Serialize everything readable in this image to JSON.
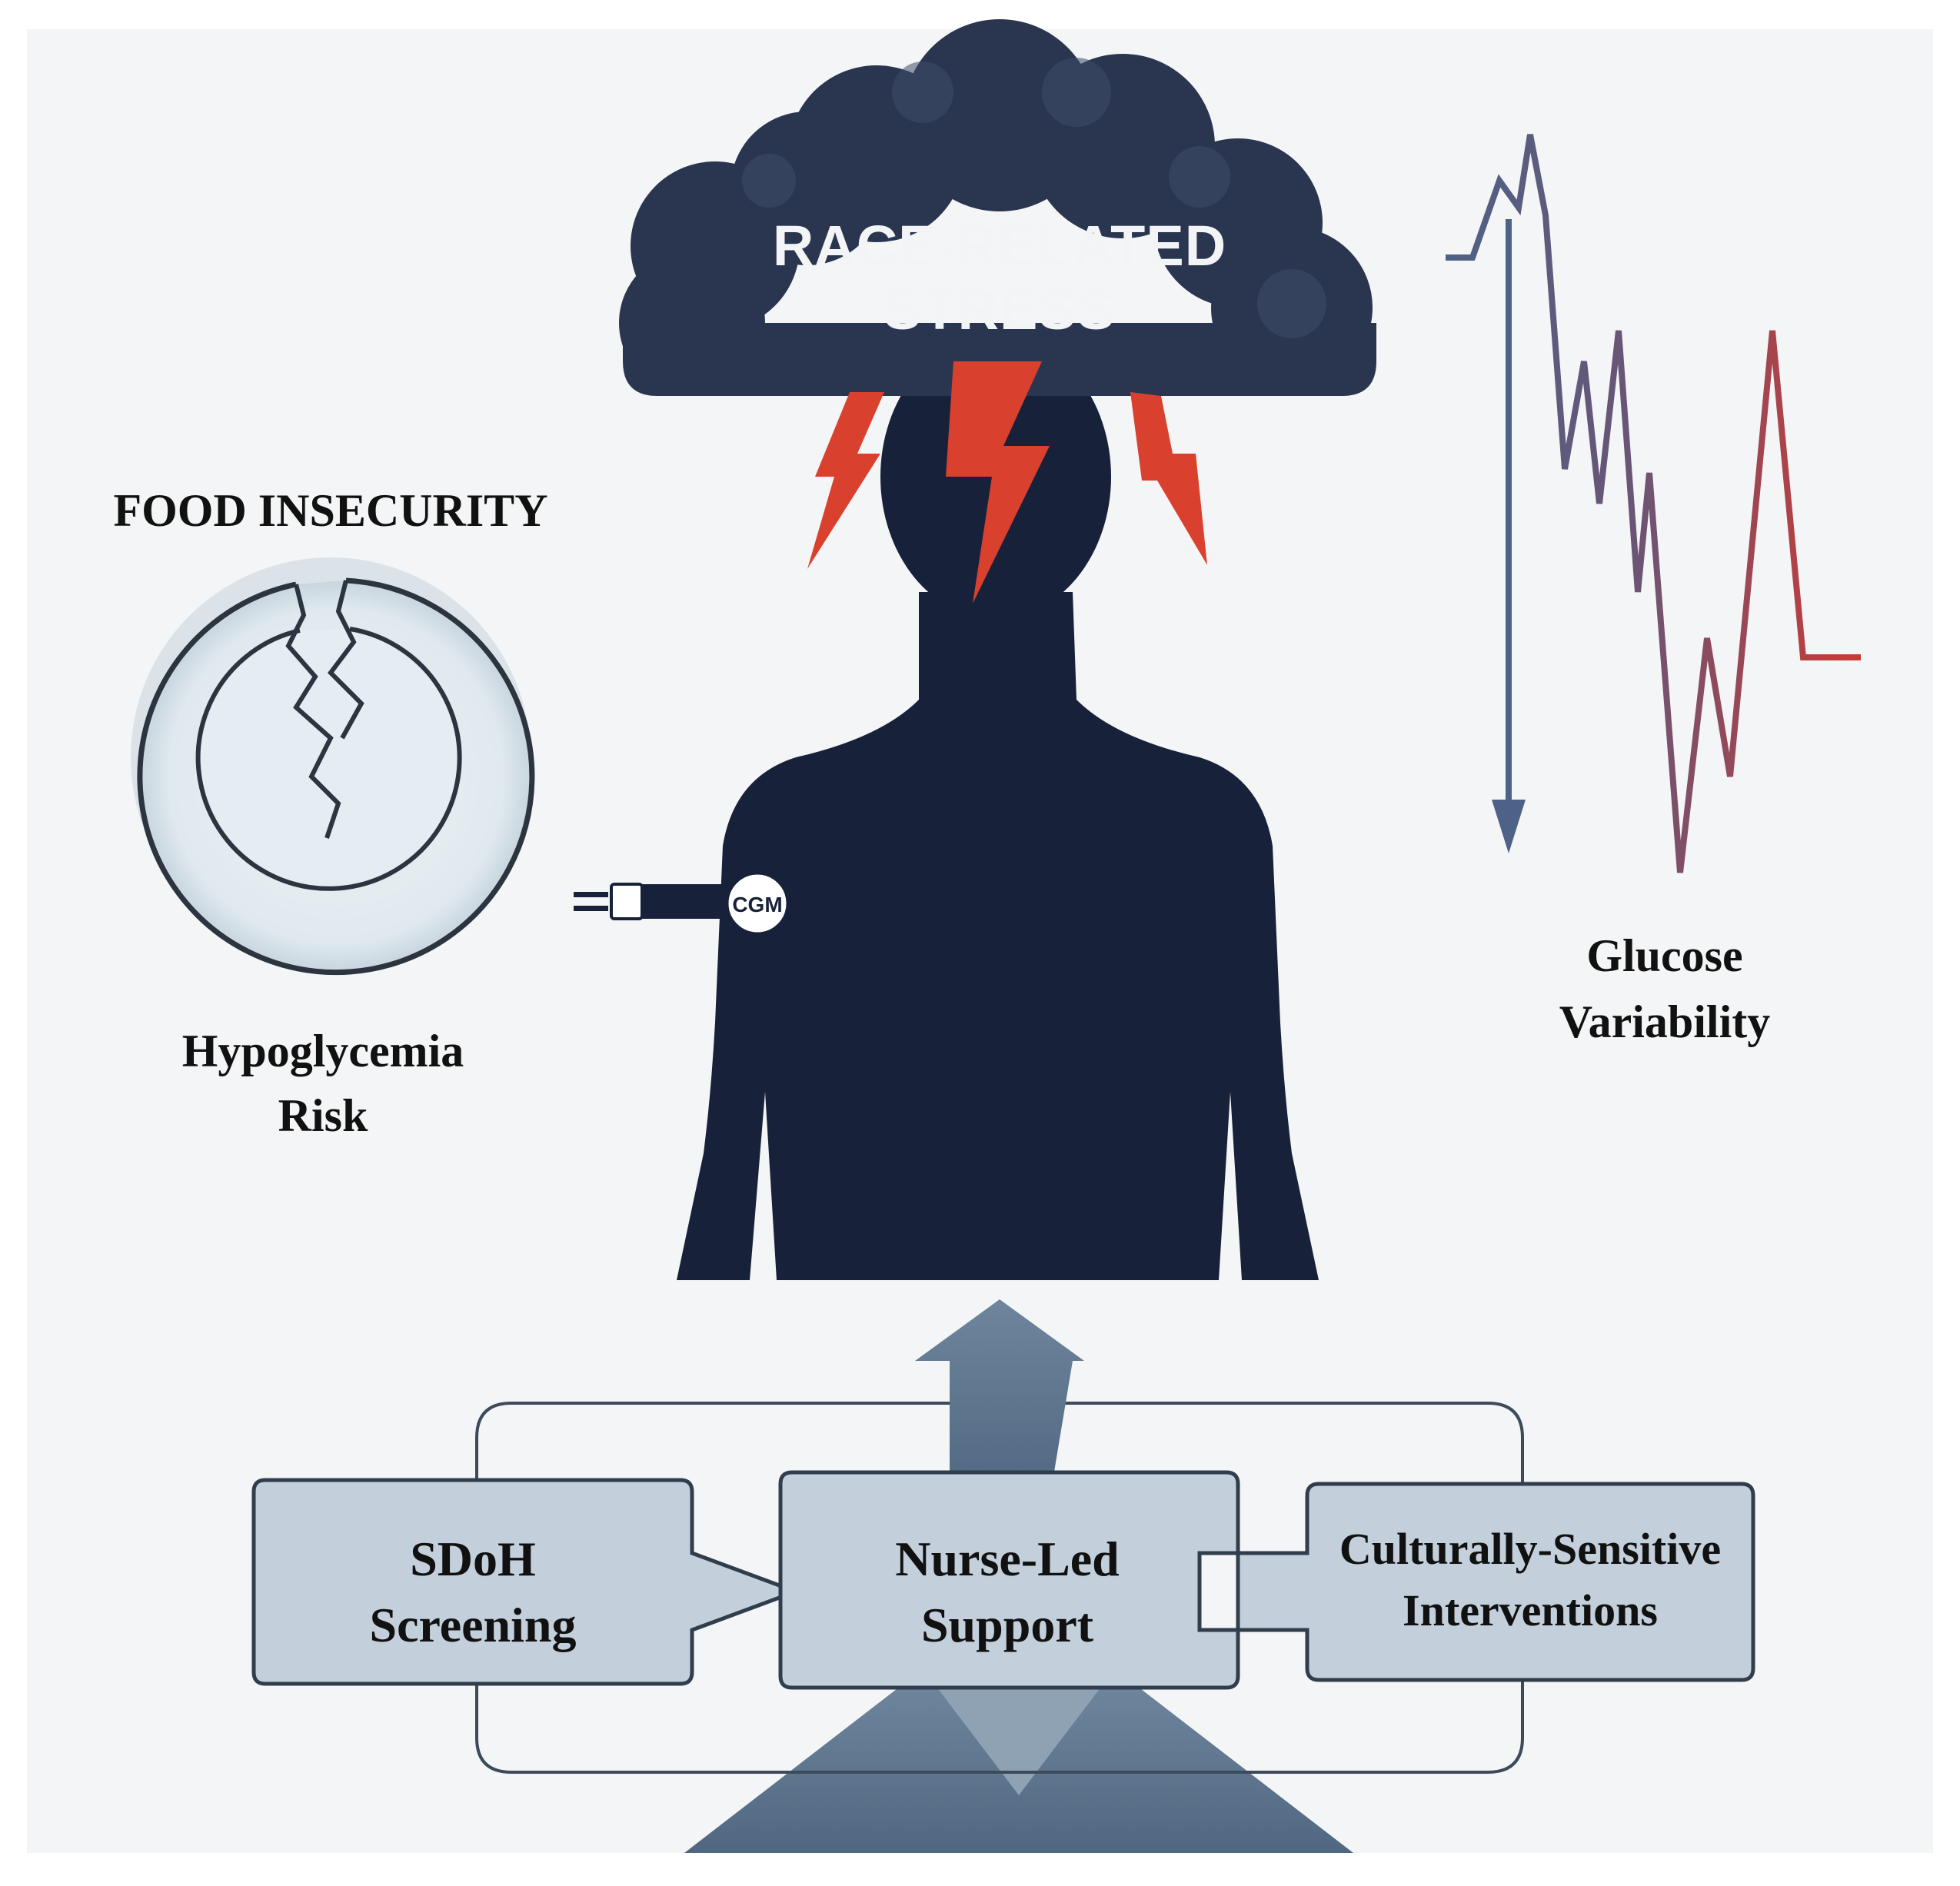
{
  "cloud": {
    "line1": "RACE-RELATED",
    "line2": "STRESS"
  },
  "food": {
    "title": "FOOD INSECURITY",
    "label_line1": "Hypoglycemia",
    "label_line2": "Risk"
  },
  "cgm": {
    "label": "CGM"
  },
  "glucose": {
    "label_line1": "Glucose",
    "label_line2": "Variability"
  },
  "boxes": [
    {
      "line1": "SDoH",
      "line2": "Screening"
    },
    {
      "line1": "Nurse-Led",
      "line2": "Support"
    },
    {
      "line1": "Culturally-Sensitive",
      "line2": "Interventions"
    }
  ],
  "colors": {
    "silhouette": "#17213a",
    "cloud": "#2a3650",
    "lightning": "#d9412e",
    "box_fill": "#c3d0db",
    "arrow": "#5f7790",
    "glucose_low": "#4d6286",
    "glucose_high": "#cc3a33"
  }
}
